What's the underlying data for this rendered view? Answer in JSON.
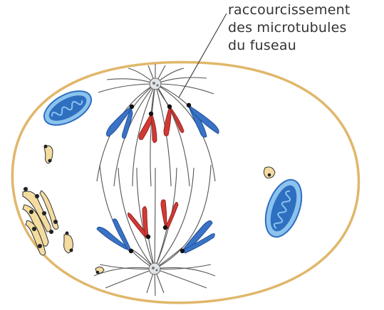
{
  "annotation": {
    "lines": [
      "raccourcissement",
      "des microtubules",
      "du fuseau"
    ]
  },
  "colors": {
    "cell_membrane": "#e0b76a",
    "mitochondria_outer": "#2e6fc0",
    "mitochondria_inner": "#8cc3ee",
    "chromatid_blue": "#3a73c6",
    "chromatid_red": "#d03a35",
    "golgi_fill": "#f4dca0",
    "microtubule": "#555555",
    "centromere": "#111111"
  },
  "icons": {
    "cell": "animal-cell-anaphase",
    "spindle": "mitotic-spindle",
    "organelles": [
      "mitochondrion",
      "golgi-apparatus",
      "vesicle"
    ]
  }
}
